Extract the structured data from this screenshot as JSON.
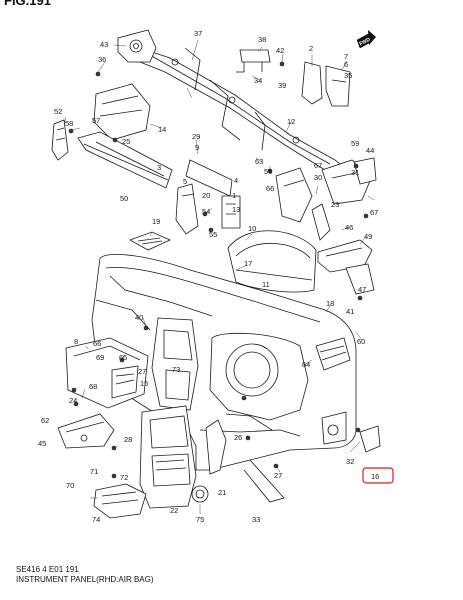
{
  "figure": {
    "header": "FIG.191",
    "code": "SE416 4 E01 191",
    "caption": "INSTRUMENT PANEL(RHD:AIR BAG)",
    "fwd_label": "FWD",
    "highlighted_callout": "16"
  },
  "callouts": [
    {
      "id": "c37",
      "label": "37"
    },
    {
      "id": "c38",
      "label": "38"
    },
    {
      "id": "c43",
      "label": "43"
    },
    {
      "id": "c42",
      "label": "42"
    },
    {
      "id": "c2",
      "label": "2"
    },
    {
      "id": "c36",
      "label": "36"
    },
    {
      "id": "c34",
      "label": "34"
    },
    {
      "id": "c39",
      "label": "39"
    },
    {
      "id": "c7",
      "label": "7"
    },
    {
      "id": "c6",
      "label": "6"
    },
    {
      "id": "c35",
      "label": "35"
    },
    {
      "id": "c52",
      "label": "52"
    },
    {
      "id": "c58",
      "label": "58"
    },
    {
      "id": "c57",
      "label": "57"
    },
    {
      "id": "c14",
      "label": "14"
    },
    {
      "id": "c25",
      "label": "25"
    },
    {
      "id": "c12",
      "label": "12"
    },
    {
      "id": "c29",
      "label": "29"
    },
    {
      "id": "c59",
      "label": "59"
    },
    {
      "id": "c44",
      "label": "44"
    },
    {
      "id": "c9",
      "label": "9"
    },
    {
      "id": "c3",
      "label": "3"
    },
    {
      "id": "c63",
      "label": "63"
    },
    {
      "id": "c56",
      "label": "56"
    },
    {
      "id": "c67a",
      "label": "67"
    },
    {
      "id": "c30",
      "label": "30"
    },
    {
      "id": "c31",
      "label": "31"
    },
    {
      "id": "c4",
      "label": "4"
    },
    {
      "id": "c1",
      "label": "1"
    },
    {
      "id": "c66",
      "label": "66"
    },
    {
      "id": "c50",
      "label": "50"
    },
    {
      "id": "c5",
      "label": "5"
    },
    {
      "id": "c20",
      "label": "20"
    },
    {
      "id": "c13",
      "label": "13"
    },
    {
      "id": "c54",
      "label": "54"
    },
    {
      "id": "c23",
      "label": "23"
    },
    {
      "id": "c67b",
      "label": "67"
    },
    {
      "id": "c19",
      "label": "19"
    },
    {
      "id": "c55",
      "label": "55"
    },
    {
      "id": "c46",
      "label": "46"
    },
    {
      "id": "c49",
      "label": "49"
    },
    {
      "id": "c10",
      "label": "10"
    },
    {
      "id": "c17",
      "label": "17"
    },
    {
      "id": "c11",
      "label": "11"
    },
    {
      "id": "c47",
      "label": "47"
    },
    {
      "id": "c18",
      "label": "18"
    },
    {
      "id": "c40",
      "label": "40"
    },
    {
      "id": "c41",
      "label": "41"
    },
    {
      "id": "c60",
      "label": "60"
    },
    {
      "id": "c8",
      "label": "8"
    },
    {
      "id": "c65",
      "label": "65"
    },
    {
      "id": "c27",
      "label": "27"
    },
    {
      "id": "c69",
      "label": "69"
    },
    {
      "id": "c68",
      "label": "68"
    },
    {
      "id": "c64",
      "label": "64"
    },
    {
      "id": "c73",
      "label": "73"
    },
    {
      "id": "c15",
      "label": "15"
    },
    {
      "id": "c24",
      "label": "24"
    },
    {
      "id": "c62",
      "label": "62"
    },
    {
      "id": "c45",
      "label": "45"
    },
    {
      "id": "c28",
      "label": "28"
    },
    {
      "id": "c26",
      "label": "26"
    },
    {
      "id": "c32",
      "label": "32"
    },
    {
      "id": "c71",
      "label": "71"
    },
    {
      "id": "c70",
      "label": "70"
    },
    {
      "id": "c72",
      "label": "72"
    },
    {
      "id": "c21",
      "label": "21"
    },
    {
      "id": "c74",
      "label": "74"
    },
    {
      "id": "c22",
      "label": "22"
    },
    {
      "id": "c75",
      "label": "75"
    },
    {
      "id": "c33",
      "label": "33"
    },
    {
      "id": "c16",
      "label": "16"
    }
  ]
}
